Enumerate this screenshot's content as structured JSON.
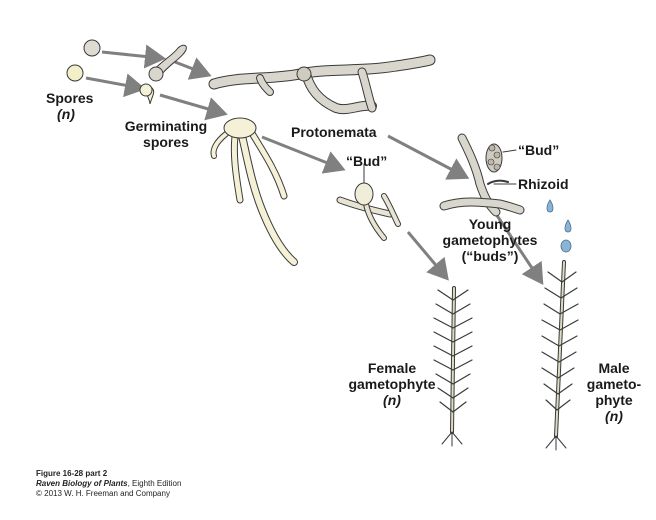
{
  "labels": {
    "spores": "Spores",
    "spores_ploidy": "(n)",
    "germinating_1": "Germinating",
    "germinating_2": "spores",
    "protonemata": "Protonemata",
    "bud_small": "“Bud”",
    "bud_right": "“Bud”",
    "rhizoid": "Rhizoid",
    "young_1": "Young",
    "young_2": "gametophytes",
    "young_3": "(“buds”)",
    "female_1": "Female",
    "female_2": "gametophyte",
    "female_ploidy": "(n)",
    "male_1": "Male",
    "male_2": "gameto-",
    "male_3": "phyte",
    "male_ploidy": "(n)"
  },
  "caption": {
    "line1": "Figure 16-28 part 2",
    "book_title": "Raven Biology of Plants",
    "edition": ", Eighth Edition",
    "line3": "© 2013 W. H. Freeman and Company"
  },
  "colors": {
    "arrow": "#7f7f7f",
    "protonema_fill": "#d9d6cd",
    "spore_fill": "#f3efc9",
    "germinating_fill": "#f4f1d6",
    "plant_stem": "#dedbc4",
    "water_drop": "#8ab4d6",
    "outline": "#3a3a3a"
  }
}
